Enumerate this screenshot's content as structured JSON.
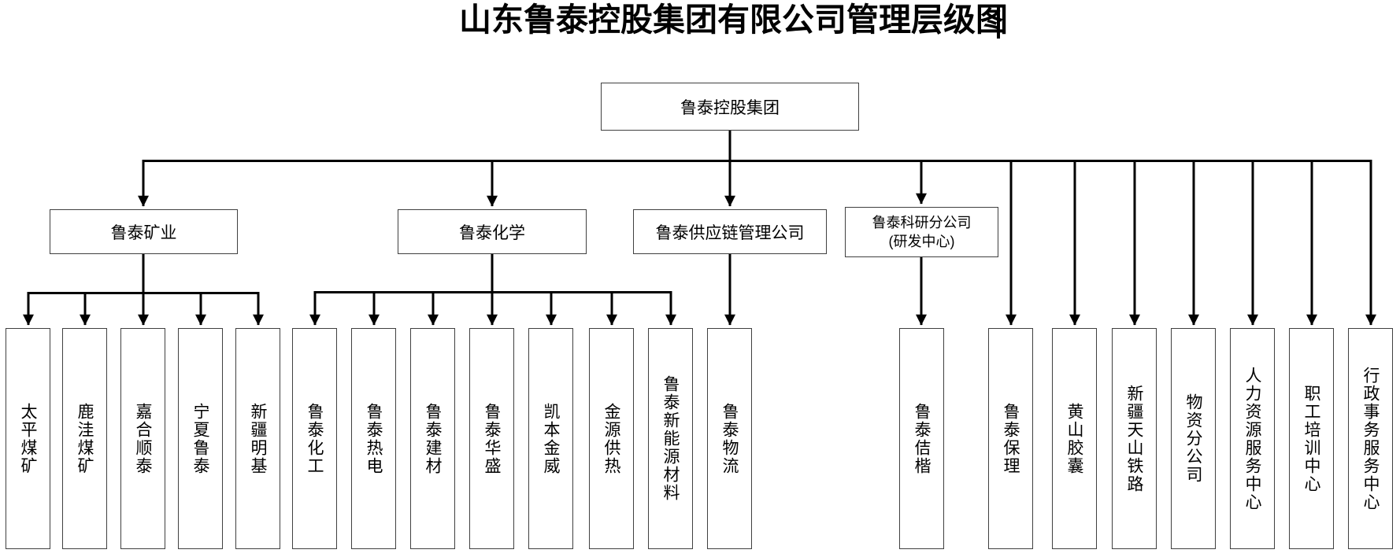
{
  "title": "山东鲁泰控股集团有限公司管理层级图",
  "root": {
    "label": "鲁泰控股集团"
  },
  "level2": [
    {
      "label": "鲁泰矿业"
    },
    {
      "label": "鲁泰化学"
    },
    {
      "label": "鲁泰供应链管理公司"
    },
    {
      "label": "鲁泰科研分公司",
      "sublabel": "(研发中心)"
    }
  ],
  "groups": [
    {
      "parent": "鲁泰矿业",
      "children": [
        "太平煤矿",
        "鹿洼煤矿",
        "嘉合顺泰",
        "宁夏鲁泰",
        "新疆明基"
      ]
    },
    {
      "parent": "鲁泰化学",
      "children": [
        "鲁泰化工",
        "鲁泰热电",
        "鲁泰建材",
        "鲁泰华盛",
        "凯本金威",
        "金源供热",
        "鲁泰新能源材料"
      ]
    },
    {
      "parent": "鲁泰供应链管理公司",
      "children": [
        "鲁泰物流"
      ]
    },
    {
      "parent": "鲁泰科研分公司(研发中心)",
      "children": [
        "鲁泰佶楷"
      ]
    },
    {
      "parent": "鲁泰控股集团",
      "children": [
        "鲁泰保理",
        "黄山胶囊",
        "新疆天山铁路",
        "物资分公司",
        "人力资源服务中心",
        "职工培训中心",
        "行政事务服务中心"
      ]
    }
  ],
  "colors": {
    "background": "#ffffff",
    "box_fill": "#ffffff",
    "box_border": "#404040",
    "line": "#000000",
    "text": "#000000"
  }
}
